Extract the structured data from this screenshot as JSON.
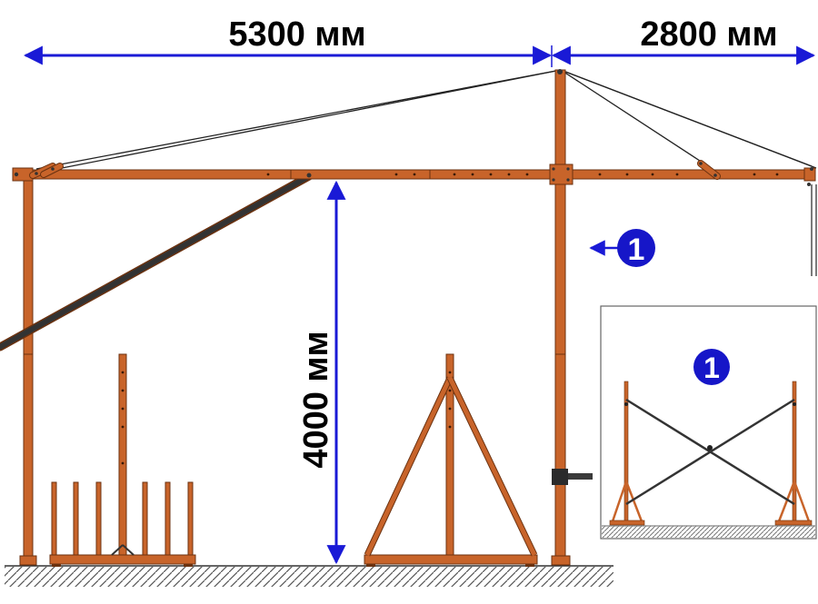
{
  "dimensions": {
    "left_span": "5300 мм",
    "right_span": "2800 мм",
    "height": "4000 мм"
  },
  "callout": {
    "marker": "1",
    "inset_marker": "1"
  },
  "colors": {
    "wood": "#c8642a",
    "wood_dark": "#6b3210",
    "dimension": "#1a1ad6",
    "badge": "#1616c8",
    "cable": "#222222",
    "ground": "#555555",
    "inset_border": "#666666"
  }
}
